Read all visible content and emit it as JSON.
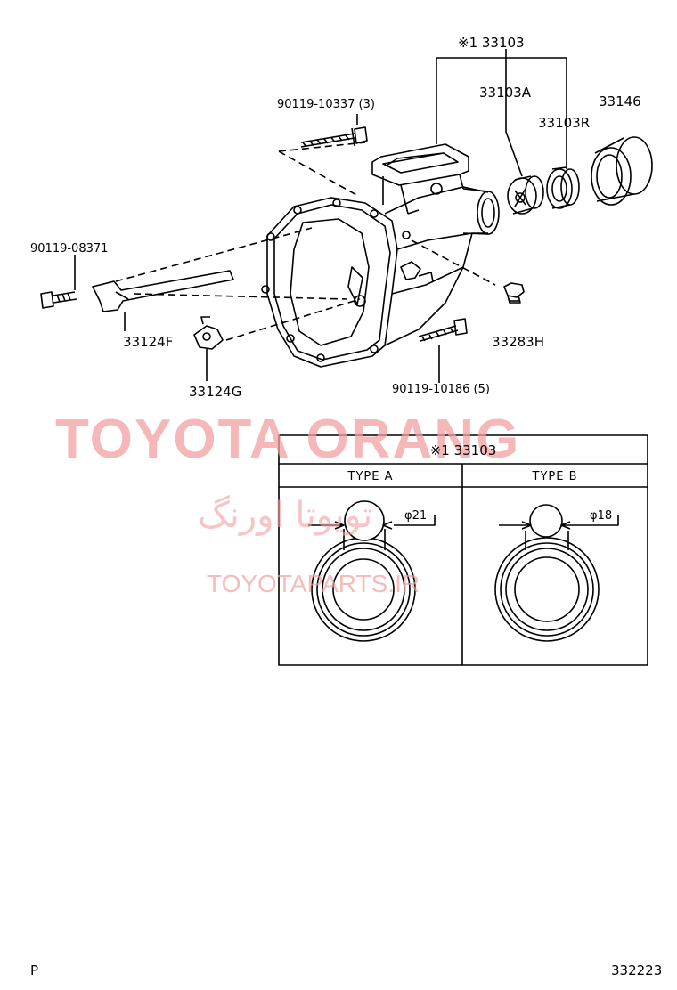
{
  "labels": {
    "kit_top": "※1 33103",
    "p33103A": "33103A",
    "p33146": "33146",
    "p33103R": "33103R",
    "bolt_top": "90119-10337 (3)",
    "bolt_left": "90119-08371",
    "p33124F": "33124F",
    "p33124G": "33124G",
    "p33283H": "33283H",
    "bolt_bottom": "90119-10186 (5)"
  },
  "table": {
    "title": "※1 33103",
    "type_a": "TYPE A",
    "type_b": "TYPE B",
    "dia_a": "φ21",
    "dia_b": "φ18"
  },
  "watermark": {
    "main": "TOYOTA ORANG",
    "persian": "تویوتا اورنگ",
    "sub": "TOYOTAPARTS.IR"
  },
  "footer": {
    "left": "P",
    "right": "332223"
  }
}
